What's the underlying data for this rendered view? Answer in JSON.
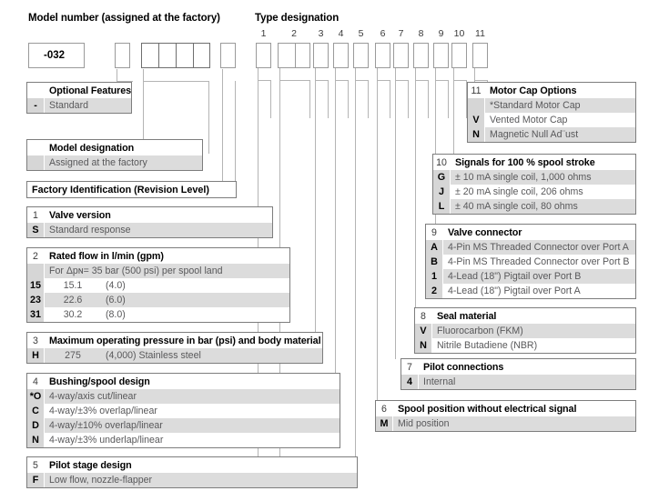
{
  "headers": {
    "model_number": "Model number (assigned at the factory)",
    "type_designation": "Type designation"
  },
  "model_boxes": {
    "code_value": "-032"
  },
  "type_numbers": [
    "1",
    "2",
    "3",
    "4",
    "5",
    "6",
    "7",
    "8",
    "9",
    "10",
    "11"
  ],
  "tables": {
    "optional_features": {
      "title": "Optional Features",
      "rows": [
        {
          "code": "-",
          "value": "Standard"
        }
      ]
    },
    "model_designation": {
      "title": "Model designation",
      "rows": [
        {
          "code": "",
          "value": "Assigned at the factory"
        }
      ]
    },
    "factory_identification": {
      "title": "Factory Identification (Revision Level)",
      "rows": []
    },
    "valve_version": {
      "number": "1",
      "title": "Valve version",
      "rows": [
        {
          "code": "S",
          "value": "Standard response"
        }
      ]
    },
    "rated_flow": {
      "number": "2",
      "title": "Rated flow in l/min (gpm)",
      "subheader": "For Δpɴ= 35 bar (500 psi) per spool land",
      "rows": [
        {
          "code": "15",
          "metric": "15.1",
          "imperial": "(4.0)"
        },
        {
          "code": "23",
          "metric": "22.6",
          "imperial": "(6.0)"
        },
        {
          "code": "31",
          "metric": "30.2",
          "imperial": "(8.0)"
        }
      ]
    },
    "max_pressure": {
      "number": "3",
      "title": "Maximum operating pressure in bar (psi) and body material",
      "rows": [
        {
          "code": "H",
          "metric": "275",
          "imperial": "(4,000) Stainless steel"
        }
      ]
    },
    "bushing_spool": {
      "number": "4",
      "title": "Bushing/spool design",
      "rows": [
        {
          "code": "*O",
          "value": "4-way/axis cut/linear"
        },
        {
          "code": "C",
          "value": "4-way/±3% overlap/linear"
        },
        {
          "code": "D",
          "value": "4-way/±10% overlap/linear"
        },
        {
          "code": "N",
          "value": "4-way/±3% underlap/linear"
        }
      ]
    },
    "pilot_stage": {
      "number": "5",
      "title": "Pilot stage design",
      "rows": [
        {
          "code": "F",
          "value": "Low flow, nozzle-flapper"
        }
      ]
    },
    "spool_position": {
      "number": "6",
      "title": "Spool position without electrical signal",
      "rows": [
        {
          "code": "M",
          "value": "Mid position"
        }
      ]
    },
    "pilot_connections": {
      "number": "7",
      "title": "Pilot connections",
      "rows": [
        {
          "code": "4",
          "value": "Internal"
        }
      ]
    },
    "seal_material": {
      "number": "8",
      "title": "Seal material",
      "rows": [
        {
          "code": "V",
          "value": "Fluorocarbon (FKM)"
        },
        {
          "code": "N",
          "value": "Nitrile Butadiene (NBR)"
        }
      ]
    },
    "valve_connector": {
      "number": "9",
      "title": "Valve connector",
      "rows": [
        {
          "code": "A",
          "value": "4-Pin MS Threaded Connector over Port A"
        },
        {
          "code": "B",
          "value": "4-Pin MS Threaded Connector over Port B"
        },
        {
          "code": "1",
          "value": "4-Lead (18\") Pigtail over Port B"
        },
        {
          "code": "2",
          "value": "4-Lead (18\") Pigtail over Port A"
        }
      ]
    },
    "signals": {
      "number": "10",
      "title": "Signals for 100 % spool stroke",
      "rows": [
        {
          "code": "G",
          "value": "± 10 mA single coil, 1,000 ohms"
        },
        {
          "code": "J",
          "value": "± 20 mA single coil, 206 ohms"
        },
        {
          "code": "L",
          "value": "± 40 mA single coil, 80 ohms"
        }
      ]
    },
    "motor_cap": {
      "number": "11",
      "title": "Motor Cap Options",
      "rows": [
        {
          "code": "",
          "value": "*Standard Motor Cap"
        },
        {
          "code": "V",
          "value": "Vented Motor Cap"
        },
        {
          "code": "N",
          "value": "Magnetic Null Ad¨ust"
        }
      ]
    }
  }
}
